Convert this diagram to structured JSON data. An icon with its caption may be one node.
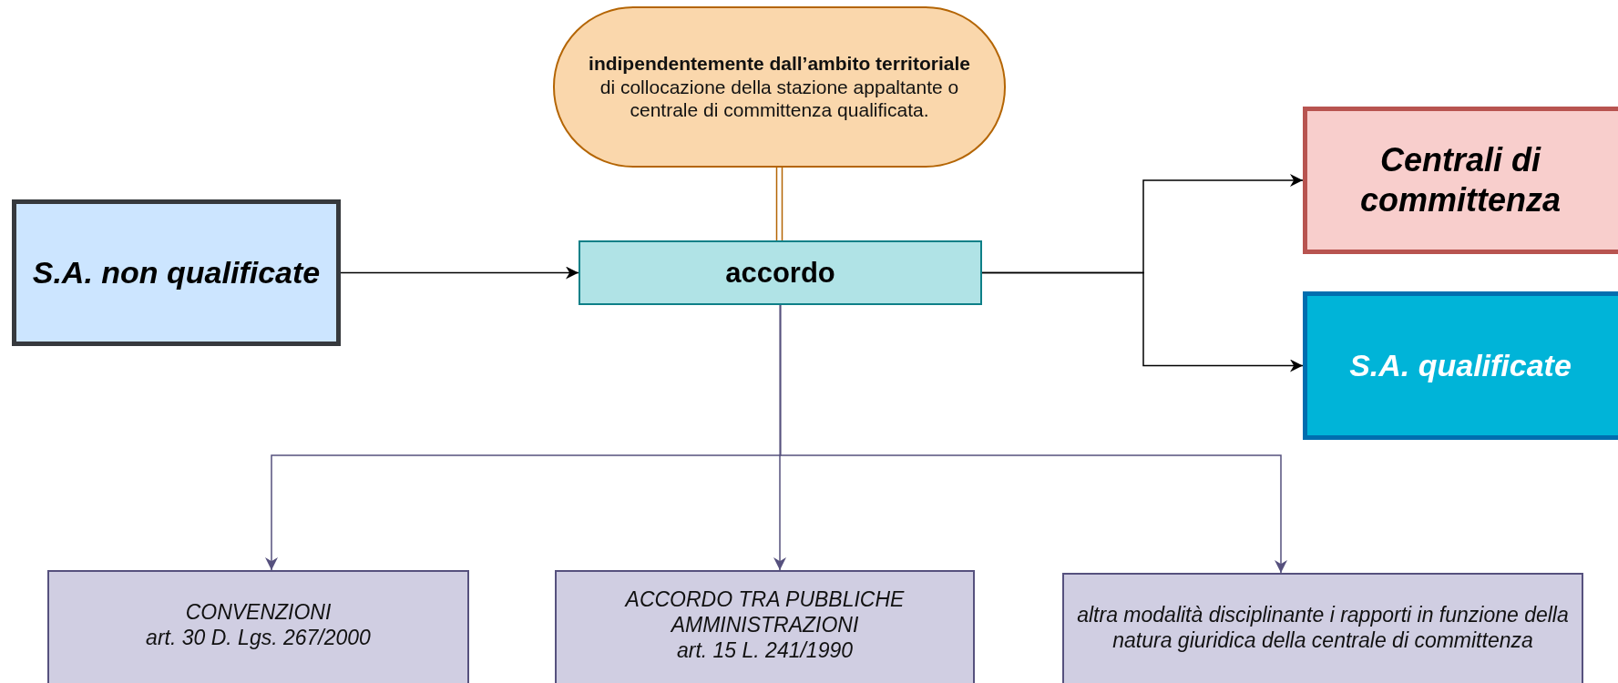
{
  "diagram": {
    "nodes": [
      {
        "text": [
          "S.A. non qualificate"
        ]
      },
      {
        "text": [
          "**indipendentemente dall’ambito territoriale** di collocazione della stazione appaltante o centrale di committenza qualificata."
        ]
      },
      {
        "text": [
          "accordo"
        ]
      },
      {
        "text": [
          "Centrali di committenza"
        ]
      },
      {
        "text": [
          "S.A. qualificate"
        ]
      },
      {
        "text": [
          "CONVENZIONI",
          "art. 30 D. Lgs. 267/2000"
        ]
      },
      {
        "text": [
          "ACCORDO TRA PUBBLICHE AMMINISTRAZIONI",
          "art. 15 L. 241/1990"
        ]
      },
      {
        "text": [
          "altra modalità disciplinante i rapporti in funzione della natura giuridica della centrale di committenza"
        ]
      }
    ],
    "edges": [
      {
        "from": 0,
        "to": 2,
        "arrow": "to",
        "color": "#000000"
      },
      {
        "from": 1,
        "to": 2,
        "arrow": "none",
        "color": "#b46504"
      },
      {
        "from": 2,
        "to": 3,
        "arrow": "to",
        "color": "#000000"
      },
      {
        "from": 2,
        "to": 4,
        "arrow": "to",
        "color": "#000000"
      },
      {
        "from": 2,
        "to": 5,
        "arrow": "to",
        "color": "#56517e"
      },
      {
        "from": 2,
        "to": 6,
        "arrow": "to",
        "color": "#56517e"
      },
      {
        "from": 2,
        "to": 7,
        "arrow": "to",
        "color": "#56517e"
      }
    ]
  }
}
